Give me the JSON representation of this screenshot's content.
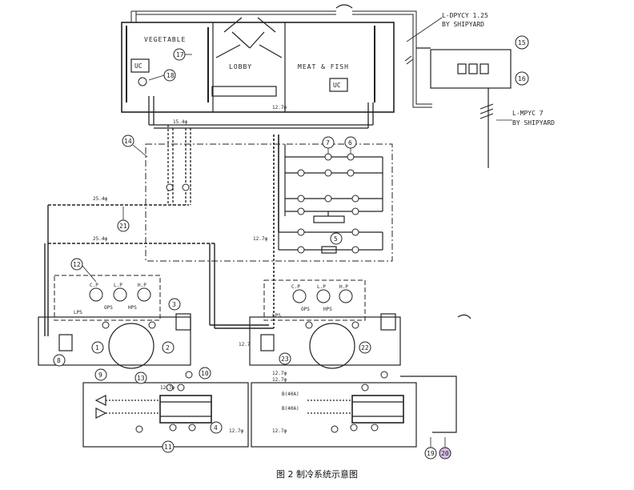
{
  "rooms": {
    "vegetable": "VEGETABLE",
    "lobby": "LOBBY",
    "meat_fish": "MEAT & FISH"
  },
  "uc_label": "UC",
  "annotations": {
    "cable_top": "L-DPYCY 1.25",
    "by_top": "BY SHIPYARD",
    "cable_right": "L-MPYC 7",
    "by_right": "BY SHIPYARD"
  },
  "pipe_sizes": {
    "s12_7": "12.7φ",
    "s15_4": "15.4φ",
    "s25_4": "25.4φ",
    "s12_7_short": "12.7"
  },
  "gauges": [
    "C.P",
    "L.P",
    "H.P"
  ],
  "switches": [
    "LPS",
    "OPS",
    "HPS"
  ],
  "valve_spec": "B(40A)",
  "numbers": [
    "1",
    "2",
    "3",
    "4",
    "5",
    "6",
    "7",
    "8",
    "9",
    "10",
    "11",
    "12",
    "13",
    "14",
    "15",
    "16",
    "17",
    "18",
    "19",
    "20",
    "21",
    "22",
    "23"
  ],
  "caption": "图 2  制冷系统示意图"
}
